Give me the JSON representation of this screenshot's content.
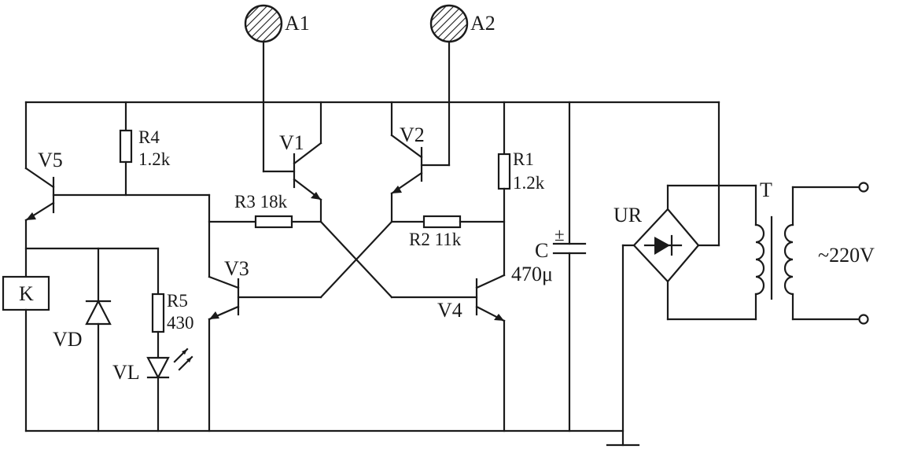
{
  "labels": {
    "a1": "A1",
    "a2": "A2",
    "v1": "V1",
    "v2": "V2",
    "v3": "V3",
    "v4": "V4",
    "v5": "V5",
    "r1": "R1",
    "r1_val": "1.2k",
    "r2": "R2 11k",
    "r3": "R3 18k",
    "r4": "R4",
    "r4_val": "1.2k",
    "r5": "R5",
    "r5_val": "430",
    "c": "C",
    "c_val": "470μ",
    "k": "K",
    "vd": "VD",
    "vl": "VL",
    "ur": "UR",
    "t": "T",
    "mains": "~220V",
    "plus": "±"
  }
}
